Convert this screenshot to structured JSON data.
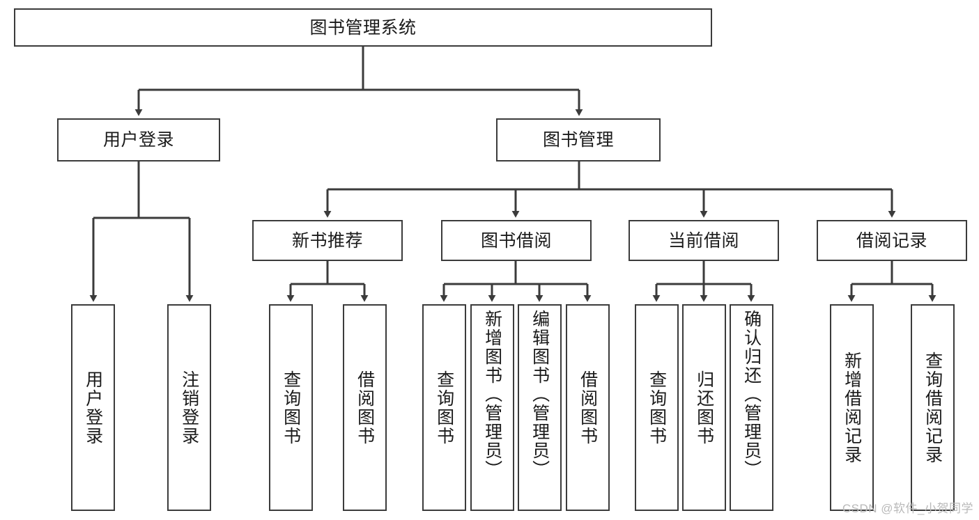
{
  "diagram": {
    "type": "tree-hierarchy-chart",
    "title": "图书管理系统",
    "watermark": "CSDN @软件_小贺同学",
    "colors": {
      "stroke": "#3b3b3b",
      "fill": "#ffffff",
      "text": "#1a1a1a",
      "watermark": "#b9b9b9"
    },
    "nodes": {
      "root": {
        "label": "图书管理系统",
        "level": 0
      },
      "l1": [
        {
          "id": "user-login",
          "label": "用户登录"
        },
        {
          "id": "book-manage",
          "label": "图书管理"
        }
      ],
      "l2": [
        {
          "id": "new-book-rec",
          "label": "新书推荐"
        },
        {
          "id": "book-borrow",
          "label": "图书借阅"
        },
        {
          "id": "current-borrow",
          "label": "当前借阅"
        },
        {
          "id": "borrow-record",
          "label": "借阅记录"
        }
      ],
      "leaves": {
        "user_login": [
          {
            "id": "leaf-user-login",
            "label": "用户登录"
          },
          {
            "id": "leaf-logout-login",
            "label": "注销登录"
          }
        ],
        "new_book_rec": [
          {
            "id": "leaf-query-book-1",
            "label": "查询图书"
          },
          {
            "id": "leaf-borrow-book-1",
            "label": "借阅图书"
          }
        ],
        "book_borrow": [
          {
            "id": "leaf-query-book-2",
            "label": "查询图书"
          },
          {
            "id": "leaf-add-book",
            "label": "新增图书（管理员）"
          },
          {
            "id": "leaf-edit-book",
            "label": "编辑图书（管理员）"
          },
          {
            "id": "leaf-borrow-book-2",
            "label": "借阅图书"
          }
        ],
        "current_borrow": [
          {
            "id": "leaf-query-book-3",
            "label": "查询图书"
          },
          {
            "id": "leaf-return-book",
            "label": "归还图书"
          },
          {
            "id": "leaf-confirm-return",
            "label": "确认归还（管理员）"
          }
        ],
        "borrow_record": [
          {
            "id": "leaf-add-record",
            "label": "新增借阅记录"
          },
          {
            "id": "leaf-query-record",
            "label": "查询借阅记录"
          }
        ]
      }
    }
  }
}
